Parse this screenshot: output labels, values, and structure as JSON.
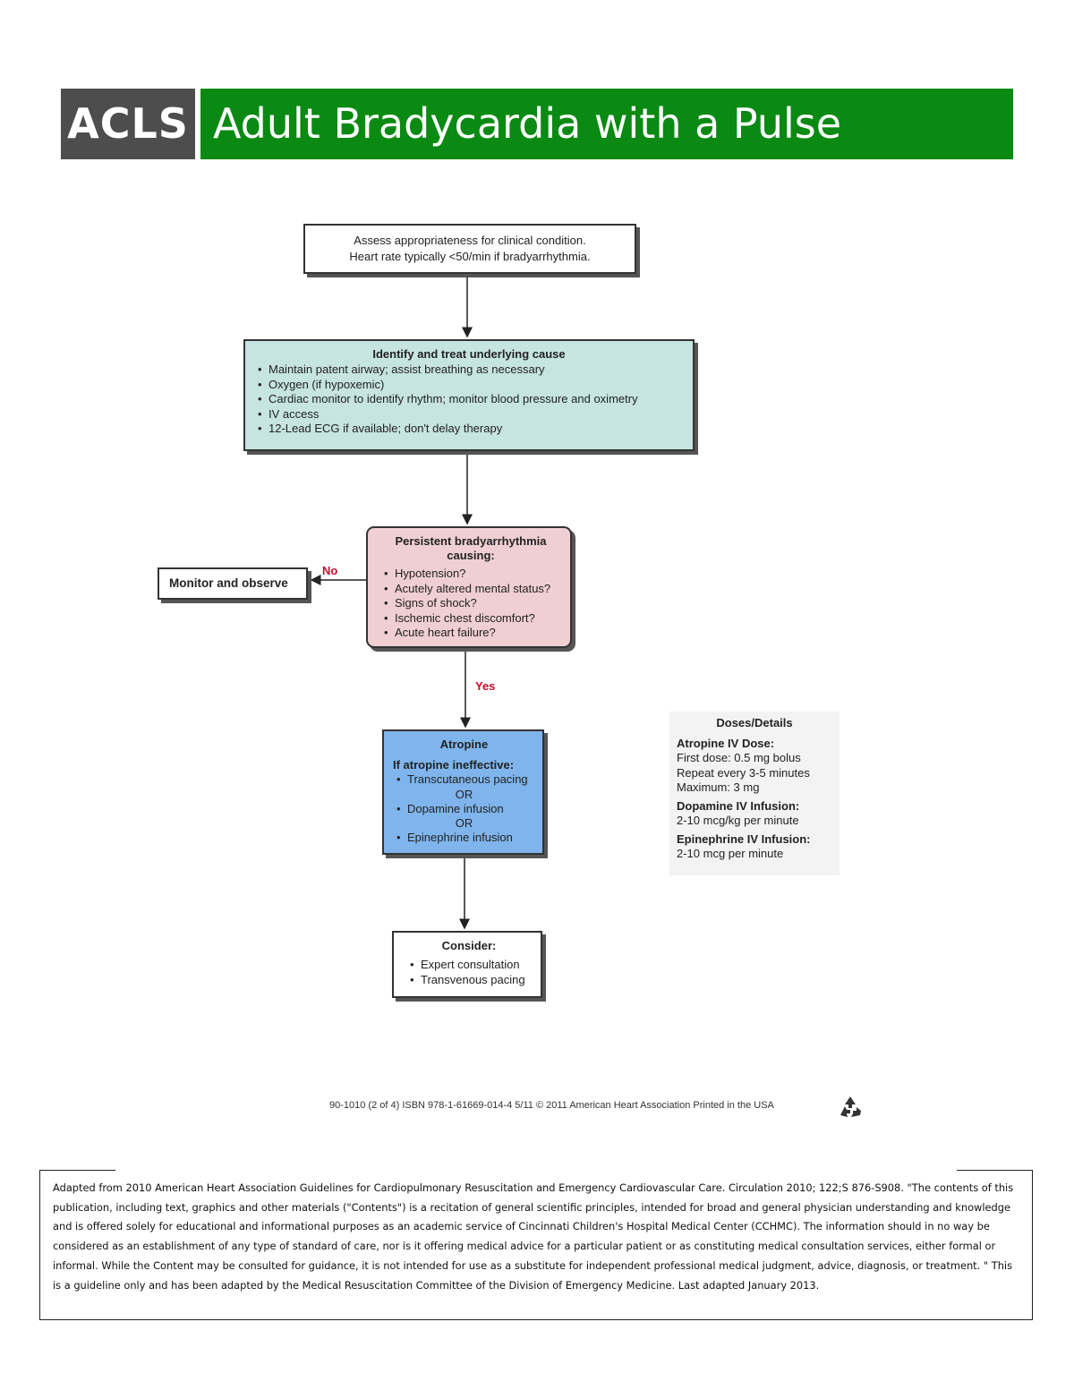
{
  "header": {
    "badge": "ACLS",
    "title": "Adult Bradycardia with a Pulse"
  },
  "flow": {
    "assess": {
      "line1": "Assess appropriateness for clinical condition.",
      "line2": "Heart rate typically <50/min if bradyarrhythmia."
    },
    "identify": {
      "title": "Identify and treat underlying cause",
      "items": [
        "Maintain patent airway; assist breathing as necessary",
        "Oxygen (if hypoxemic)",
        "Cardiac monitor to identify rhythm; monitor blood pressure and oximetry",
        "IV access",
        "12-Lead ECG if available; don't delay therapy"
      ]
    },
    "persistent": {
      "title": "Persistent bradyarrhythmia causing:",
      "items": [
        "Hypotension?",
        "Acutely altered mental status?",
        "Signs of shock?",
        "Ischemic chest discomfort?",
        "Acute heart failure?"
      ]
    },
    "no_label": "No",
    "yes_label": "Yes",
    "monitor": "Monitor and observe",
    "atropine": {
      "title": "Atropine",
      "subtitle": "If atropine ineffective:",
      "item1": "Transcutaneous pacing",
      "or1": "OR",
      "item2": "Dopamine infusion",
      "or2": "OR",
      "item3": "Epinephrine infusion"
    },
    "consider": {
      "title": "Consider:",
      "items": [
        "Expert consultation",
        "Transvenous pacing"
      ]
    }
  },
  "doses": {
    "title": "Doses/Details",
    "atropine_head": "Atropine IV Dose:",
    "atropine_lines": [
      "First dose: 0.5 mg bolus",
      "Repeat every 3-5 minutes",
      "Maximum: 3 mg"
    ],
    "dopamine_head": "Dopamine IV Infusion:",
    "dopamine_line": "2-10 mcg/kg per minute",
    "epinephrine_head": "Epinephrine IV Infusion:",
    "epinephrine_line": "2-10 mcg per minute"
  },
  "publication_line": "90-1010 (2 of 4)    ISBN 978-1-61669-014-4    5/11    © 2011 American Heart Association    Printed in the USA",
  "citation": "Adapted from 2010 American Heart Association Guidelines for Cardiopulmonary Resuscitation and Emergency Cardiovascular Care. Circulation 2010; 122;S 876-S908. \"The contents of this publication, including text, graphics and other materials (\"Contents\") is a recitation of general scientific principles, intended for broad and general physician understanding and knowledge and is offered solely for educational and informational purposes as an academic service of Cincinnati Children's Hospital Medical Center (CCHMC). The information should in no way be considered as an establishment of any type of standard of care, nor is it offering medical advice for a particular patient or as constituting medical consultation services, either formal or informal. While the Content may be consulted for guidance, it is not intended for use as a substitute for independent professional medical judgment, advice, diagnosis, or treatment. \" This is a guideline only and has been adapted by the Medical Resuscitation Committee of the Division of Emergency Medicine. Last adapted January 2013.",
  "colors": {
    "header_gray": "#4d4d4d",
    "header_green": "#0a8a13",
    "identify_fill": "#c6e4e0",
    "persistent_fill": "#f0cfd3",
    "atropine_fill": "#7fb5ec",
    "label_red": "#c8102e"
  },
  "icons": [
    "recycle-icon"
  ]
}
